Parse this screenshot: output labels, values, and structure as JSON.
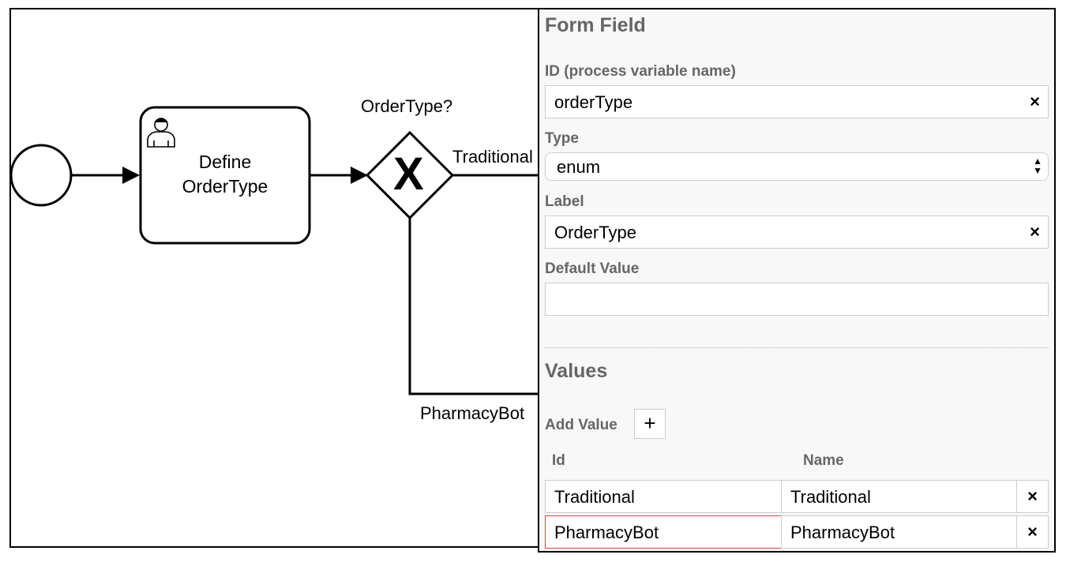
{
  "diagram": {
    "task": {
      "line1": "Define",
      "line2": "OrderType"
    },
    "gateway": {
      "label": "OrderType?",
      "symbol": "X"
    },
    "flows": {
      "top": "Traditional",
      "bottom": "PharmacyBot"
    }
  },
  "panel": {
    "title": "Form Field",
    "id_field": {
      "label": "ID (process variable name)",
      "value": "orderType",
      "clear": "×"
    },
    "type_field": {
      "label": "Type",
      "value": "enum"
    },
    "label_field": {
      "label": "Label",
      "value": "OrderType",
      "clear": "×"
    },
    "default_field": {
      "label": "Default Value",
      "value": ""
    },
    "values": {
      "title": "Values",
      "add_label": "Add Value",
      "add_symbol": "+",
      "columns": {
        "id": "Id",
        "name": "Name"
      },
      "rows": [
        {
          "id": "Traditional",
          "name": "Traditional",
          "remove": "×"
        },
        {
          "id": "PharmacyBot",
          "name": "PharmacyBot",
          "remove": "×"
        }
      ]
    }
  },
  "colors": {
    "invalid_border": "#e04848",
    "label_gray": "#666666"
  }
}
